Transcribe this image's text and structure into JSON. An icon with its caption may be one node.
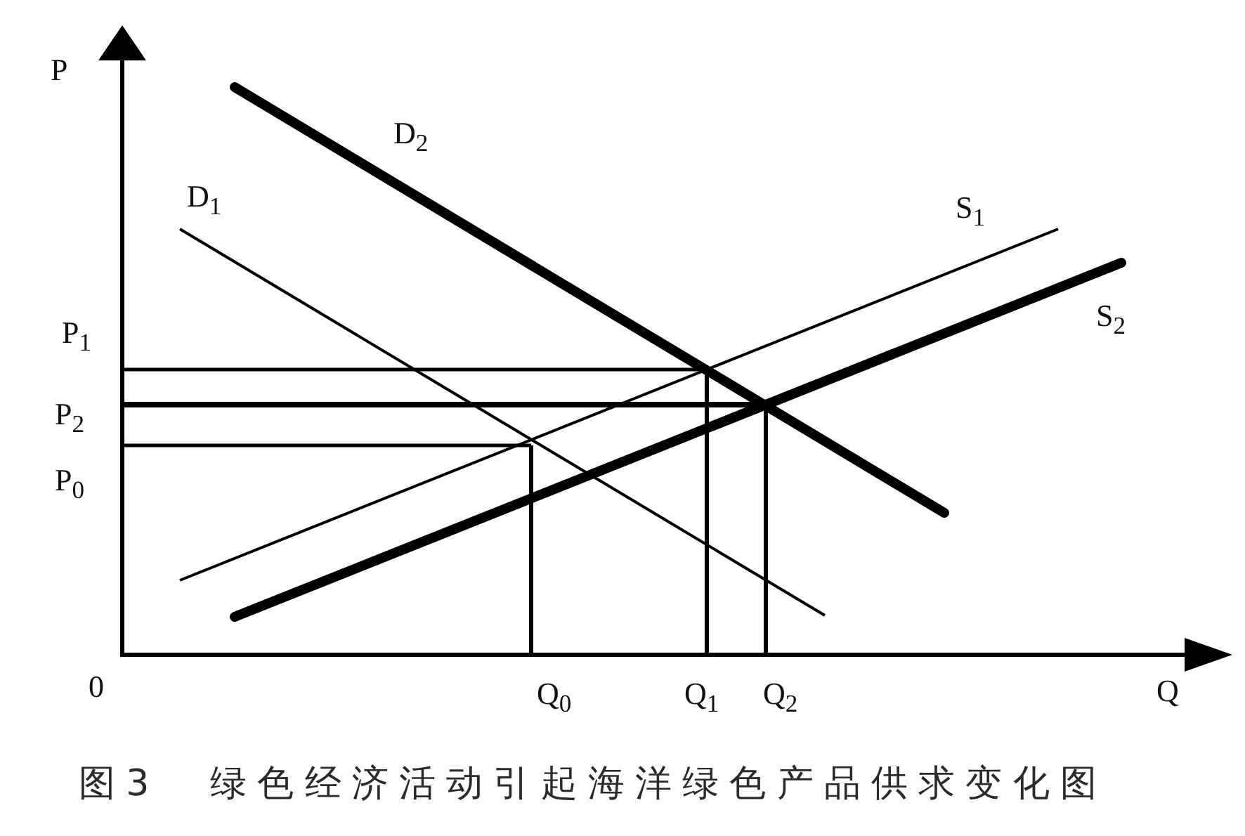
{
  "diagram": {
    "caption": "图3 绿色经济活动引起海洋绿色产品供求变化图",
    "labels": [
      "P",
      "D$_{2}$",
      "D$_{1}$",
      "S$_{1}$",
      "S$_{2}$",
      "P$_{1}$",
      "P$_{2}$",
      "P$_{0}$",
      "0",
      "Q$_{0}$",
      "Q$_{1}$",
      "Q$_{2}$",
      "Q"
    ]
  }
}
